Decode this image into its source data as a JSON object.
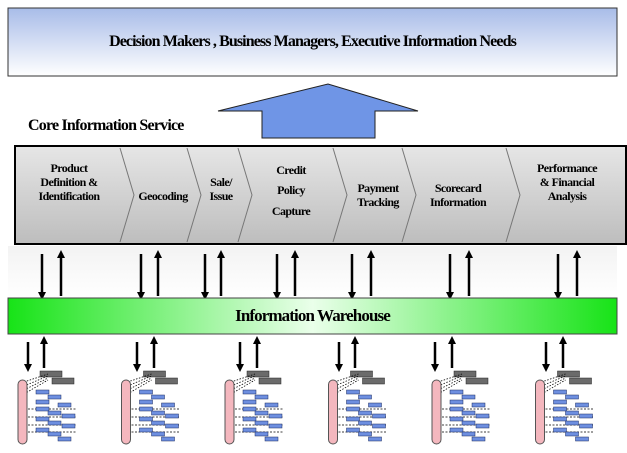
{
  "top_box": {
    "text": "Decision Makers , Business Managers, Executive Information Needs"
  },
  "core_label": "Core Information Service",
  "stages": [
    {
      "label": "Product\nDefinition &\nIdentification"
    },
    {
      "label": "Geocoding"
    },
    {
      "label": "Sale/\nIssue"
    },
    {
      "label": "Credit\nPolicy\nCapture"
    },
    {
      "label": "Payment\nTracking"
    },
    {
      "label": "Scorecard\nInformation"
    },
    {
      "label": "Performance\n& Financial\nAnalysis"
    }
  ],
  "warehouse": {
    "label": "Information Warehouse"
  },
  "colors": {
    "top_box_gradient": [
      "#a8bce8",
      "#ffffff"
    ],
    "upward_arrow": "#6f95e6",
    "core_gradient": [
      "#e6e6e6",
      "#bdbdbd"
    ],
    "warehouse_gradient": [
      "#17e317",
      "#eaffea"
    ],
    "source_cylinder": "#f4b7be",
    "source_blocks": "#6e8fe0",
    "source_gray_blocks": "#6b6b6b"
  },
  "data_sources": {
    "count": 6,
    "icon": "database-tree-icon"
  }
}
